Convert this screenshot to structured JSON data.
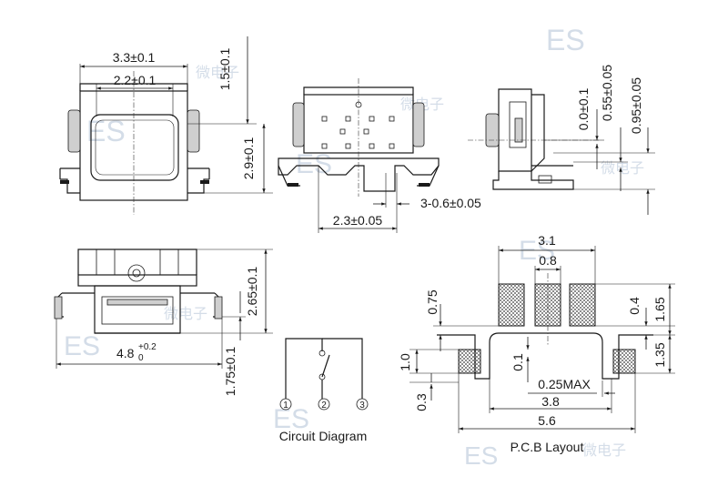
{
  "watermark": {
    "text": "ES",
    "chars": "微电子"
  },
  "dims": {
    "d_3_3": "3.3±0.1",
    "d_2_2": "2.2±0.1",
    "d_1_5": "1.5±0.1",
    "d_2_9": "2.9±0.1",
    "d_3_06": "3-0.6±0.05",
    "d_2_3": "2.3±0.05",
    "d_0_0": "0.0±0.1",
    "d_0_55": "0.55±0.05",
    "d_0_95": "0.95±0.05",
    "d_4_8_base": "4.8",
    "d_4_8_plus": "+0.2",
    "d_4_8_minus": "0",
    "d_2_65": "2.65±0.1",
    "d_1_75": "1.75±0.1",
    "p_3_1": "3.1",
    "p_0_8": "0.8",
    "p_0_75": "0.75",
    "p_0_4": "0.4",
    "p_1_65": "1.65",
    "p_1_0": "1.0",
    "p_0_1": "0.1",
    "p_1_35": "1.35",
    "p_0_25": "0.25MAX",
    "p_3_8": "3.8",
    "p_0_3": "0.3",
    "p_5_6": "5.6"
  },
  "circuit": {
    "pins": [
      "1",
      "2",
      "3"
    ],
    "caption": "Circuit Diagram"
  },
  "pcb": {
    "caption": "P.C.B Layout"
  }
}
